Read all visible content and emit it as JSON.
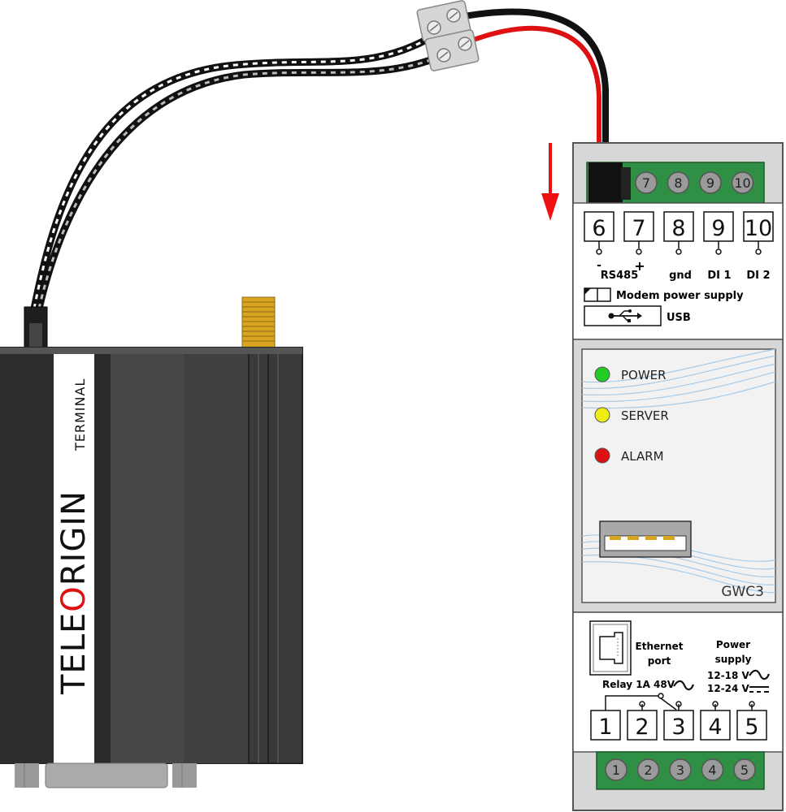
{
  "modem": {
    "brand_prefix": "TELE",
    "brand_o": "O",
    "brand_suffix": "RIGIN",
    "model_label": "TERMINAL"
  },
  "gateway": {
    "top_terminal_circles": [
      "7",
      "8",
      "9",
      "10"
    ],
    "top_terminal_boxes": [
      "6",
      "7",
      "8",
      "9",
      "10"
    ],
    "top_signs": {
      "minus": "-",
      "plus": "+"
    },
    "top_labels": {
      "rs485": "RS485",
      "gnd": "gnd",
      "di1": "DI 1",
      "di2": "DI 2"
    },
    "modem_power_label": "Modem power supply",
    "usb_label": "USB",
    "leds": [
      {
        "label": "POWER",
        "color": "#22cc22"
      },
      {
        "label": "SERVER",
        "color": "#eeee11"
      },
      {
        "label": "ALARM",
        "color": "#dd1111"
      }
    ],
    "model_name": "GWC3",
    "ethernet_line1": "Ethernet",
    "ethernet_line2": "port",
    "power_line1": "Power",
    "power_line2": "supply",
    "power_ac": "12-18 V",
    "power_dc": "12-24 V",
    "relay_label": "Relay 1A 48V",
    "bottom_terminal_boxes": [
      "1",
      "2",
      "3",
      "4",
      "5"
    ],
    "bottom_terminal_circles": [
      "1",
      "2",
      "3",
      "4",
      "5"
    ]
  },
  "colors": {
    "arrow": "#ee1111",
    "wire_red": "#dd1111",
    "terminal_green": "#2f8f45",
    "modem_body": "#3a3a3a"
  }
}
